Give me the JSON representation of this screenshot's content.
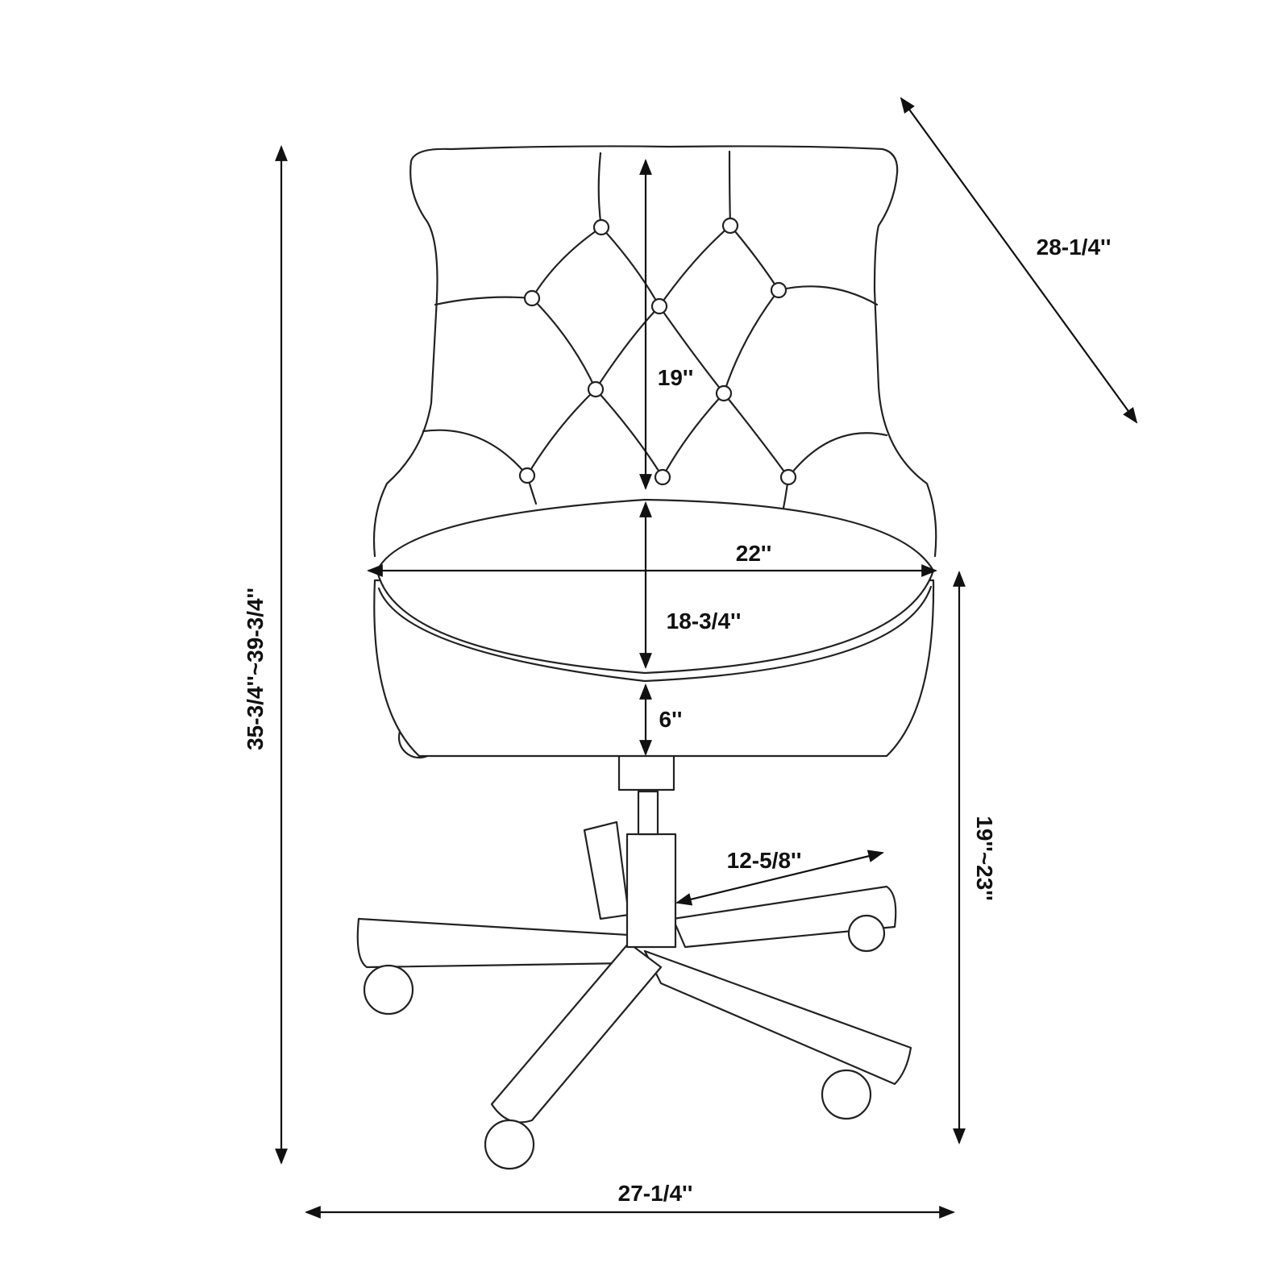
{
  "dimensions": {
    "total_height": "35-3/4''~39-3/4''",
    "total_width": "27-1/4''",
    "seat_height": "19''~23''",
    "depth": "28-1/4''",
    "back_height": "19''",
    "seat_width": "22''",
    "seat_depth": "18-3/4''",
    "seat_thickness": "6''",
    "base_radius": "12-5/8''"
  },
  "colors": {
    "line": "#222222",
    "background": "#ffffff"
  }
}
